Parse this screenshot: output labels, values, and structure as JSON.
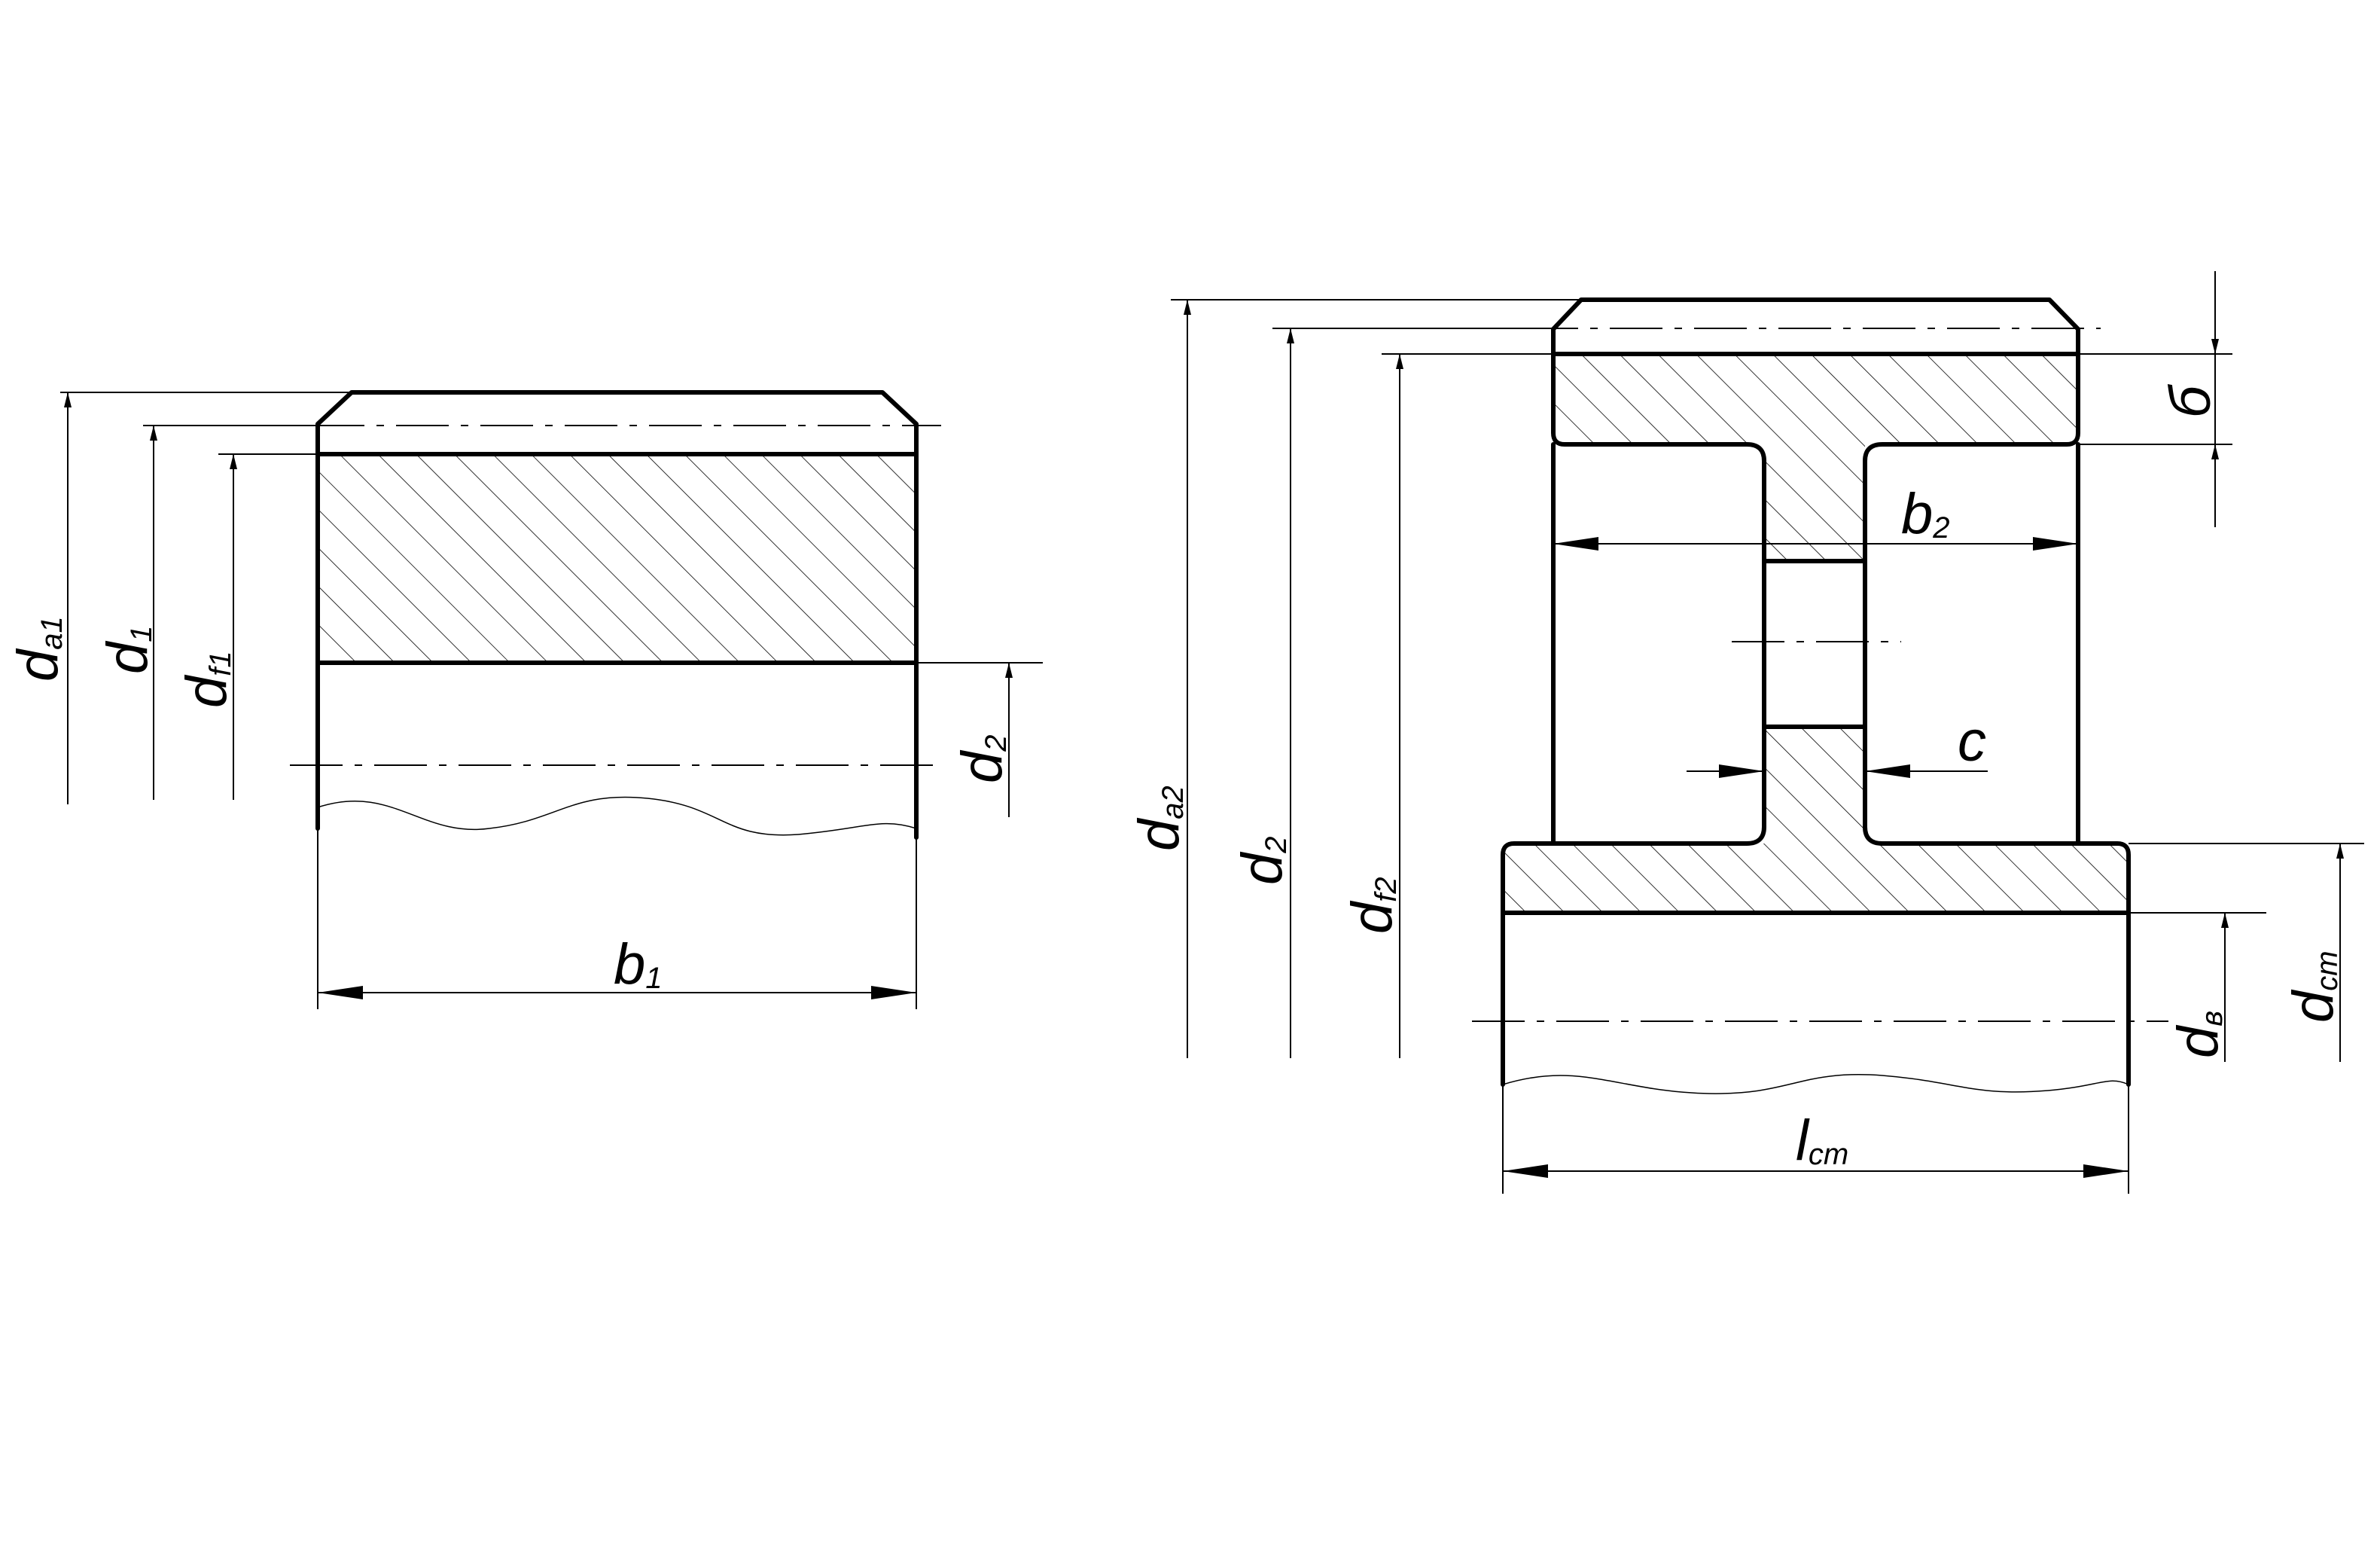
{
  "labels": {
    "da1_main": "d",
    "da1_sub": "a1",
    "d1_main": "d",
    "d1_sub": "1",
    "df1_main": "d",
    "df1_sub": "f1",
    "d2l_main": "d",
    "d2l_sub": "2",
    "b1_main": "b",
    "b1_sub": "1",
    "da2_main": "d",
    "da2_sub": "a2",
    "d2_main": "d",
    "d2_sub": "2",
    "df2_main": "d",
    "df2_sub": "f2",
    "b2_main": "b",
    "b2_sub": "2",
    "c_main": "c",
    "delta_main": "б",
    "dv_main": "d",
    "dv_sub": "в",
    "dst_main": "d",
    "dst_sub": "ст",
    "lst_main": "l",
    "lst_sub": "ст"
  }
}
